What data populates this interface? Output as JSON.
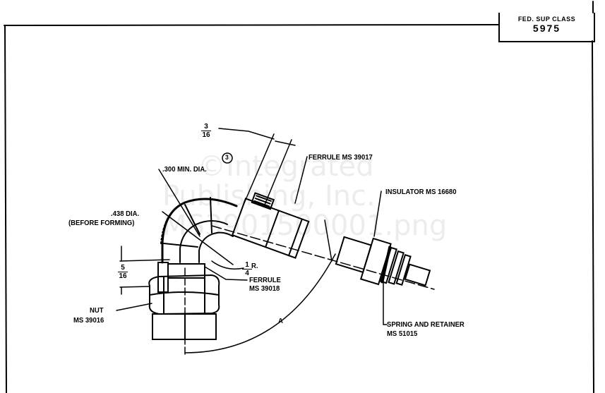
{
  "title_block": {
    "label": "FED. SUP CLASS",
    "value": "5975"
  },
  "watermark": [
    "©Integrated",
    "Publishing, Inc.",
    "MS3901500001.png"
  ],
  "dimensions": {
    "top_fraction": {
      "num": "3",
      "den": "16"
    },
    "left_fraction": {
      "num": "5",
      "den": "16"
    },
    "radius_fraction": {
      "num": "1",
      "den": "4",
      "suffix": "R."
    },
    "min_dia": ".300 MIN. DIA.",
    "dia_before": ".438 DIA.",
    "before_forming": "(BEFORE FORMING)",
    "note_number": "3",
    "angle_label": "A"
  },
  "callouts": {
    "ferrule_top": "FERRULE  MS 39017",
    "insulator": "INSULATOR  MS 16680",
    "ferrule_bottom_1": "FERRULE",
    "ferrule_bottom_2": "MS 39018",
    "nut_1": "NUT",
    "nut_2": "MS 39016",
    "spring_1": "SPRING  AND RETAINER",
    "spring_2": "MS 51015"
  }
}
